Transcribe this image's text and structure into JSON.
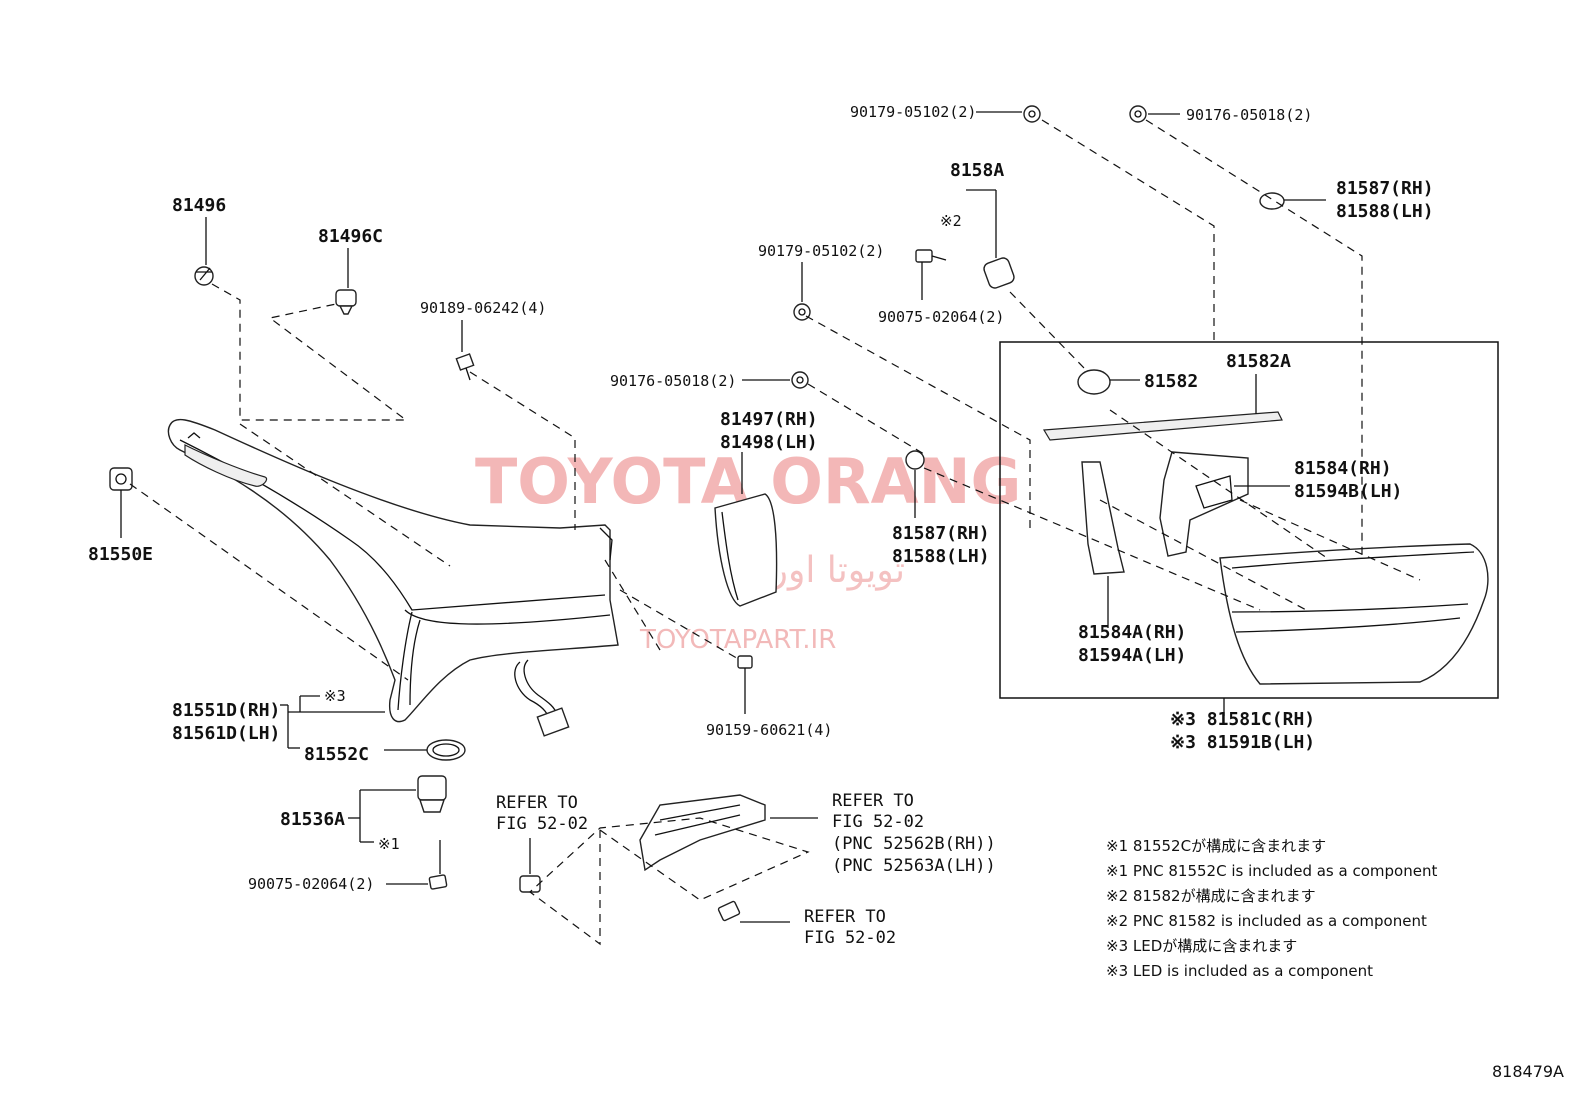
{
  "labels": {
    "p81496": "81496",
    "p81496c": "81496C",
    "p90189": "90189-06242(4)",
    "p81550e": "81550E",
    "p90179_top": "90179-05102(2)",
    "p90176_top": "90176-05018(2)",
    "p8158a": "8158A",
    "mark2": "※2",
    "p90179_mid": "90179-05102(2)",
    "p90075_mid": "90075-02064(2)",
    "p81587_top_rh": "81587(RH)",
    "p81588_top_lh": "81588(LH)",
    "p90176_mid": "90176-05018(2)",
    "p81582": "81582",
    "p81582a": "81582A",
    "p81497_rh": "81497(RH)",
    "p81498_lh": "81498(LH)",
    "p81587_mid_rh": "81587(RH)",
    "p81588_mid_lh": "81588(LH)",
    "p81584_rh": "81584(RH)",
    "p81594b_lh": "81594B(LH)",
    "p81584a_rh": "81584A(RH)",
    "p81594a_lh": "81594A(LH)",
    "mark3_a": "※3",
    "p81551d_rh": "81551D(RH)",
    "p81561d_lh": "81561D(LH)",
    "p81552c": "81552C",
    "p81536a": "81536A",
    "mark1": "※1",
    "p90075_bot": "90075-02064(2)",
    "p90159": "90159-60621(4)",
    "p81581c_rh": "※3 81581C(RH)",
    "p81591b_lh": "※3 81591B(LH)"
  },
  "refs": {
    "left_1": "REFER TO",
    "left_2": "FIG 52-02",
    "right_1": "REFER TO",
    "right_2": "FIG 52-02",
    "right_3": "(PNC 52562B(RH))",
    "right_4": "(PNC 52563A(LH))",
    "bottom_1": "REFER TO",
    "bottom_2": "FIG 52-02"
  },
  "notes": [
    "※1 81552Cが構成に含まれます",
    "※1 PNC 81552C is included as a component",
    "※2 81582が構成に含まれます",
    "※2 PNC 81582 is included as a component",
    "※3 LEDが構成に含まれます",
    "※3 LED is included as a component"
  ],
  "watermark": {
    "brand": "TOYOTA ORANG",
    "persian": "تویوتا اورنگ",
    "url": "TOYOTAPART.IR"
  },
  "figure_code": "818479A"
}
